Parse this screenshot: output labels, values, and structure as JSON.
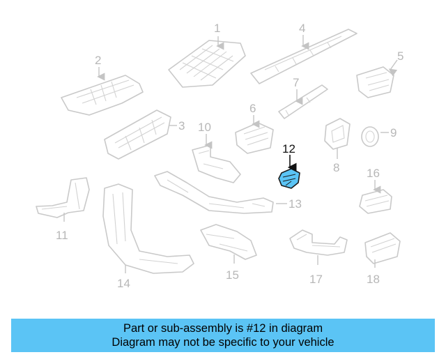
{
  "diagram": {
    "part_numbers": [
      "1",
      "2",
      "3",
      "4",
      "5",
      "6",
      "7",
      "8",
      "9",
      "10",
      "11",
      "12",
      "13",
      "14",
      "15",
      "16",
      "17",
      "18"
    ],
    "highlighted_part": "12",
    "highlight_color": "#5bc4f5"
  },
  "banner": {
    "line1": "Part or sub-assembly is #12 in diagram",
    "line2": "Diagram may not be specific to your vehicle",
    "background_color": "#5bc4f5"
  }
}
